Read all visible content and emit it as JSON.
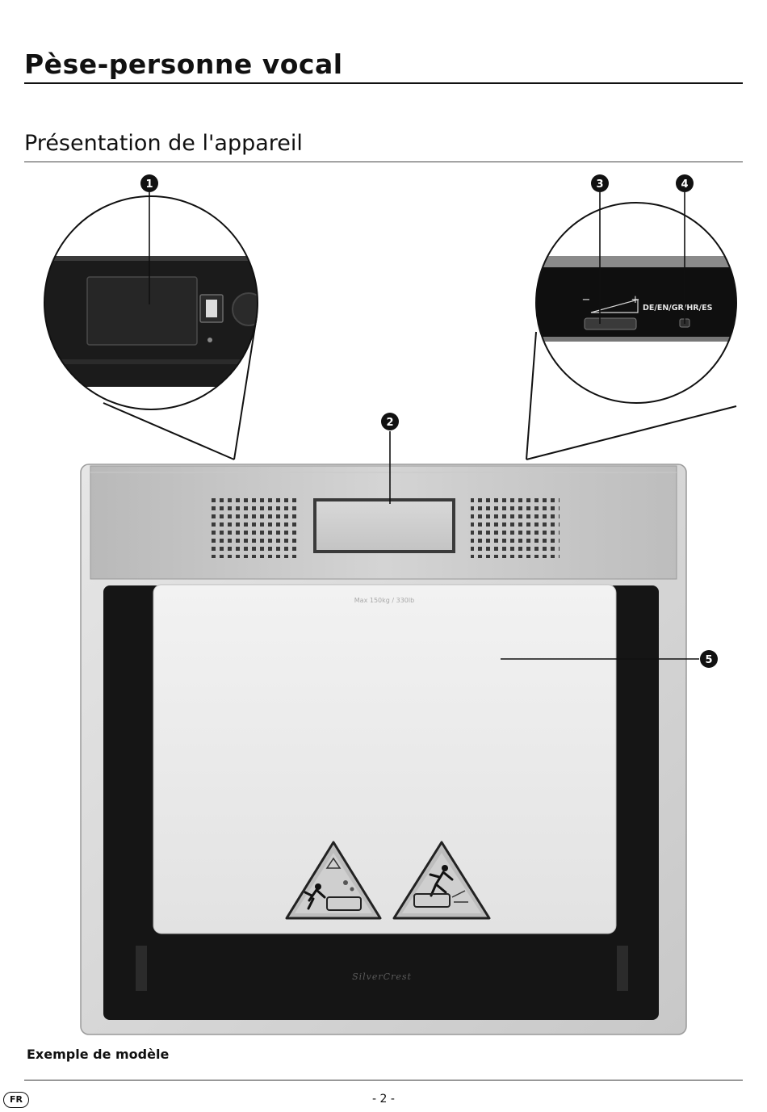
{
  "document": {
    "title": "Pèse-personne vocal",
    "section_heading": "Présentation de l'appareil",
    "caption": "Exemple de modèle",
    "language_badge": "FR",
    "page_number": "- 2 -"
  },
  "figure": {
    "callouts": [
      "1",
      "2",
      "3",
      "4",
      "5"
    ],
    "language_switch_label": "DE/EN/GR/HR/ES",
    "volume_minus": "−",
    "volume_plus": "+",
    "max_load_text": "Max 150kg / 330lb",
    "brand": "SilverCrest"
  }
}
